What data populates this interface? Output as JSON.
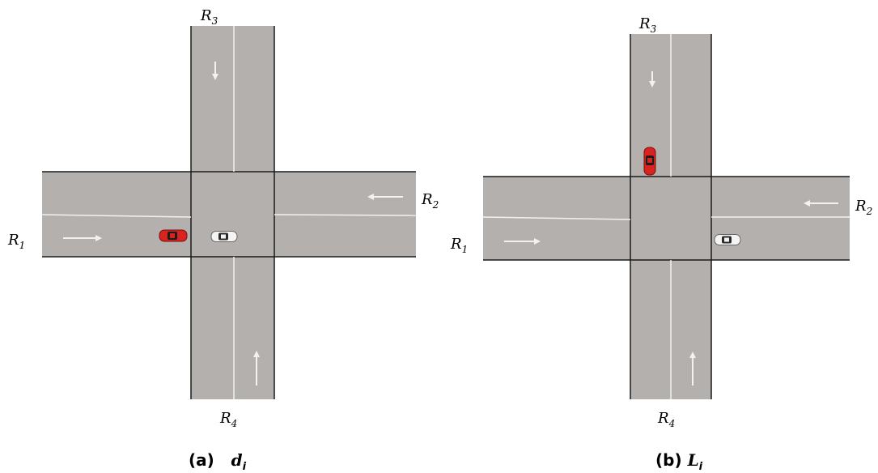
{
  "panels": [
    {
      "caption_prefix": "(a)",
      "caption_var": "d",
      "caption_sub": "i",
      "road_labels": {
        "r1": {
          "base": "R",
          "sub": "1"
        },
        "r2": {
          "base": "R",
          "sub": "2"
        },
        "r3": {
          "base": "R",
          "sub": "3"
        },
        "r4": {
          "base": "R",
          "sub": "4"
        }
      }
    },
    {
      "caption_prefix": "(b)",
      "caption_var": "L",
      "caption_sub": "i",
      "road_labels": {
        "r1": {
          "base": "R",
          "sub": "1"
        },
        "r2": {
          "base": "R",
          "sub": "2"
        },
        "r3": {
          "base": "R",
          "sub": "3"
        },
        "r4": {
          "base": "R",
          "sub": "4"
        }
      }
    }
  ],
  "colors": {
    "road": "#b3b0ae",
    "road_edge": "#1a1a1a",
    "lane_line": "#f2f2f2",
    "car_red": "#d8231f",
    "car_white": "#f4f4f4"
  }
}
